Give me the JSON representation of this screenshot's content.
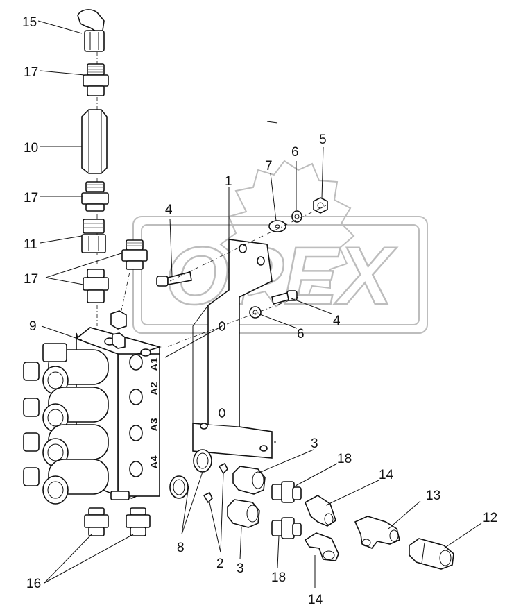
{
  "watermark": {
    "text": "OPEX",
    "color": "#bdbdbd"
  },
  "block_ports": [
    "A1",
    "A2",
    "A3",
    "A4"
  ],
  "callouts": [
    "15",
    "17",
    "10",
    "17",
    "11",
    "17",
    "9",
    "4",
    "1",
    "7",
    "6",
    "5",
    "4",
    "6",
    "3",
    "18",
    "14",
    "13",
    "12",
    "8",
    "2",
    "3",
    "18",
    "14",
    "16"
  ],
  "colors": {
    "line": "#111111",
    "background": "#ffffff"
  }
}
